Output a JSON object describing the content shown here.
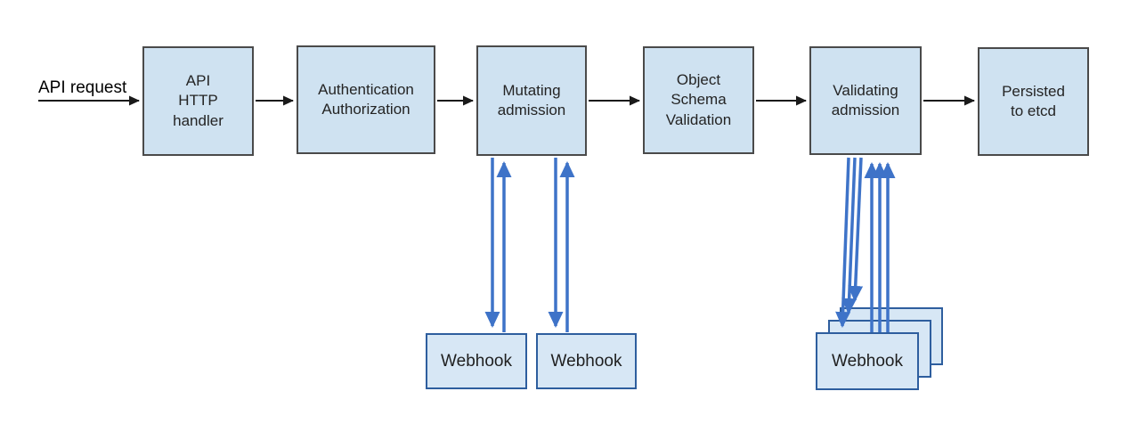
{
  "colors": {
    "node_fill": "#cfe2f1",
    "node_border": "#4a4a4a",
    "webhook_fill": "#d7e7f5",
    "webhook_border": "#2e5e9e",
    "flow_arrow": "#1a1a1a",
    "webhook_arrow": "#3e73c8",
    "text": "#242424"
  },
  "labels": {
    "api_request": "API request",
    "api_http_handler": "API\nHTTP\nhandler",
    "authentication_authorization": "Authentication\nAuthorization",
    "mutating_admission": "Mutating\nadmission",
    "object_schema_validation": "Object\nSchema\nValidation",
    "validating_admission": "Validating\nadmission",
    "persisted_to_etcd": "Persisted\nto etcd",
    "webhook": "Webhook"
  }
}
